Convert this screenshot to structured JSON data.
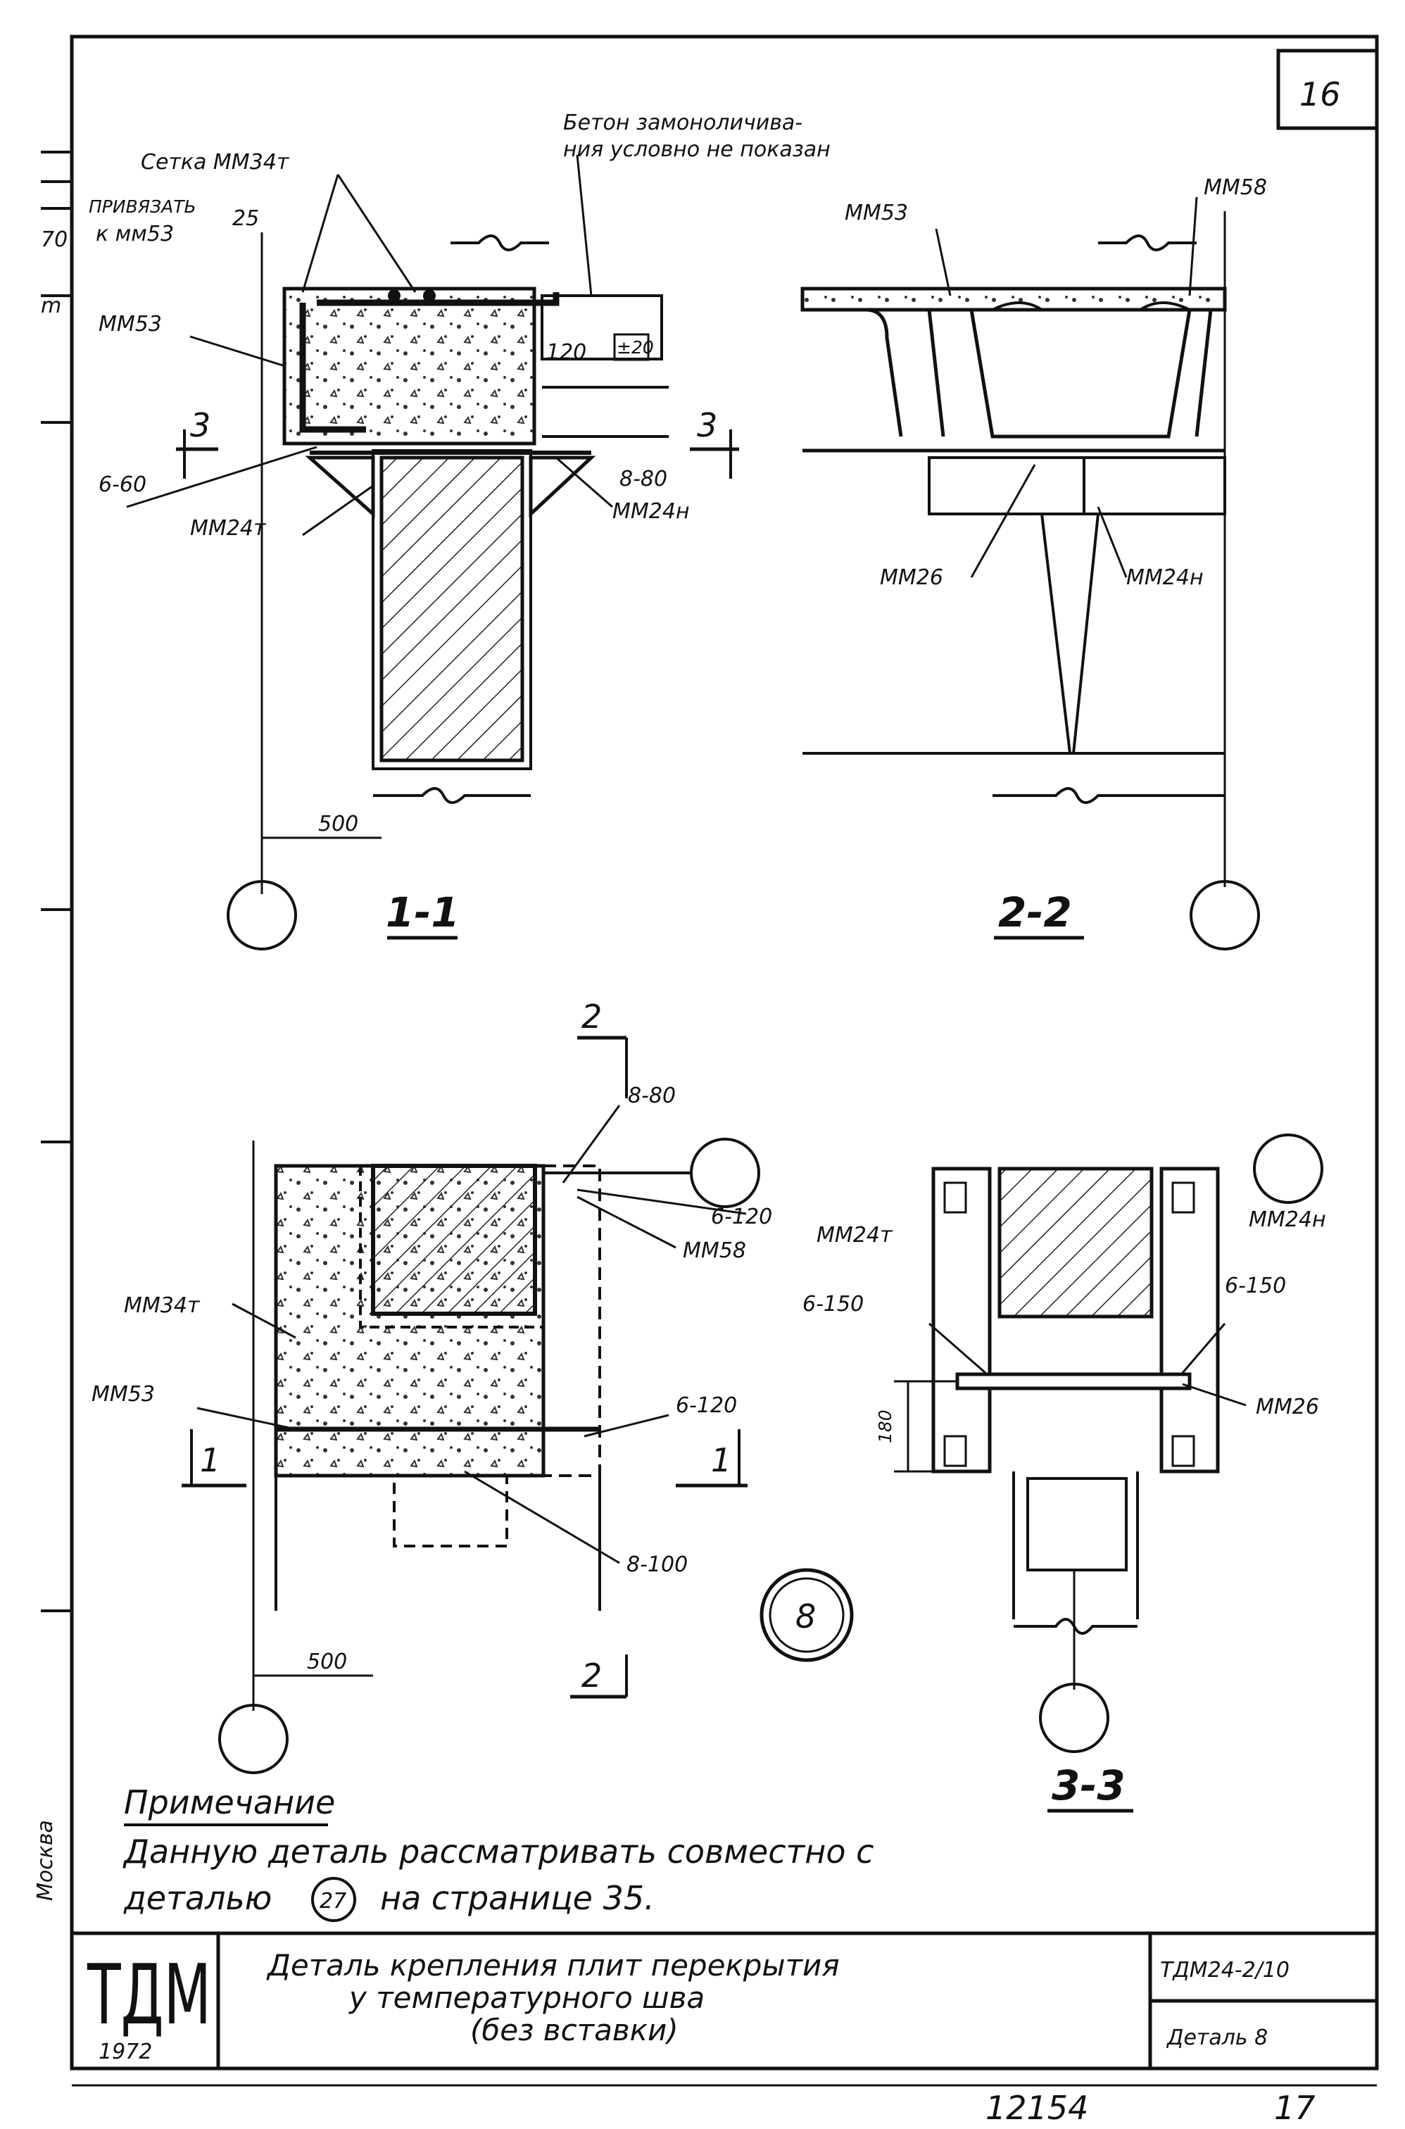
{
  "sheet": {
    "page_number": "16",
    "footer_left": "12154",
    "footer_right": "17",
    "side_margin_text": "Москва"
  },
  "section_1_1": {
    "title": "1-1",
    "label_mesh": "Сетка ММ34т",
    "label_tie_1": "ПРИВЯЗАТЬ",
    "label_tie_2": "к мм53",
    "dim_25": "25",
    "label_mm53": "ММ53",
    "label_concrete_1": "Бетон замоноличива-",
    "label_concrete_2": "ния условно не показан",
    "dim_120": "120",
    "dim_pm20": "±20",
    "cut_3_left": "3",
    "cut_3_right": "3",
    "weld_6_60": "6-60",
    "weld_8_80": "8-80",
    "label_mm24t": "ММ24т",
    "label_mm24n": "ММ24н",
    "dim_500": "500",
    "margin_70": "70",
    "margin_m": "m"
  },
  "section_2_2": {
    "title": "2-2",
    "label_mm53": "ММ53",
    "label_mm58": "ММ58",
    "label_mm26": "ММ26",
    "label_mm24n": "ММ24н"
  },
  "plan": {
    "cut_2_top": "2",
    "cut_2_bottom": "2",
    "weld_8_80": "8-80",
    "weld_6_120_top": "6-120",
    "label_mm58": "ММ58",
    "label_mm34t": "ММ34т",
    "label_mm53": "ММ53",
    "weld_6_120_bottom": "6-120",
    "cut_1_left": "1",
    "cut_1_right": "1",
    "weld_8_100": "8-100",
    "dim_500": "500",
    "detail_number": "8"
  },
  "section_3_3": {
    "title": "3-3",
    "label_mm24t": "ММ24т",
    "label_mm24n": "ММ24н",
    "weld_6_150_left": "6-150",
    "weld_6_150_right": "6-150",
    "label_mm26": "ММ26",
    "dim_180": "180"
  },
  "note": {
    "heading": "Примечание",
    "line1": "Данную деталь рассматривать совместно с",
    "line2_a": "деталью",
    "line2_ref": "27",
    "line2_b": "на странице 35."
  },
  "title_block": {
    "logo": "ТДМ",
    "year": "1972",
    "title_line1": "Деталь крепления плит перекрытия",
    "title_line2": "у температурного шва",
    "title_line3": "(без вставки)",
    "code": "ТДМ24-2/10",
    "detail": "Деталь 8"
  }
}
